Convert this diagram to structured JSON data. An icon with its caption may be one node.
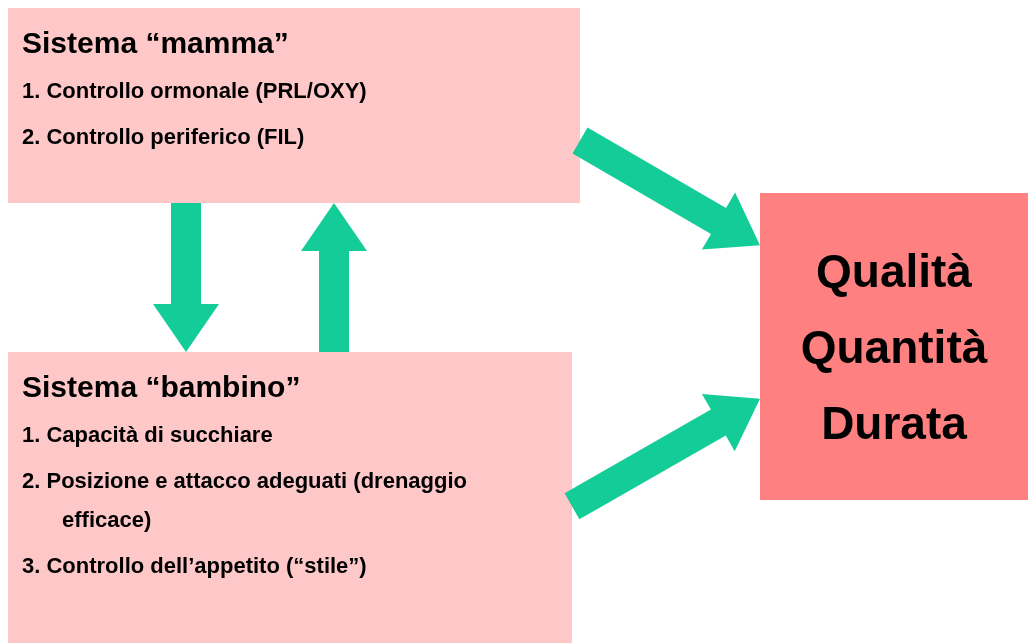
{
  "diagram": {
    "nodes": [
      {
        "text": [
          "Sistema “mamma”",
          "1. Controllo ormonale (PRL/OXY)",
          "2. Controllo periferico (FIL)"
        ]
      },
      {
        "text": [
          "Sistema “bambino”",
          "1. Capacità di succhiare",
          "2. Posizione e attacco adeguati (drenaggio efficace)",
          "3. Controllo dell’appetito (“stile”)"
        ]
      },
      {
        "text": [
          "Qualità",
          "Quantità",
          "Durata"
        ]
      }
    ],
    "edges": [
      {
        "from": 0,
        "to": 1,
        "arrow": "to"
      },
      {
        "from": 1,
        "to": 0,
        "arrow": "to"
      },
      {
        "from": 0,
        "to": 2,
        "arrow": "to"
      },
      {
        "from": 1,
        "to": 2,
        "arrow": "to"
      }
    ]
  }
}
